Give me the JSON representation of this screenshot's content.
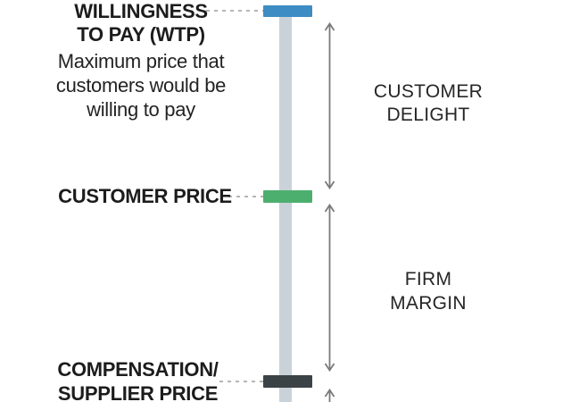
{
  "diagram": {
    "type": "value-stick",
    "labels": {
      "wtp_line1": "WILLINGNESS",
      "wtp_line2": "TO PAY (WTP)",
      "wtp_description": "Maximum price that customers would be willing to pay",
      "customer_price": "CUSTOMER PRICE",
      "compensation_line1": "COMPENSATION/",
      "compensation_line2": "SUPPLIER PRICE",
      "customer_delight_line1": "CUSTOMER",
      "customer_delight_line2": "DELIGHT",
      "firm_margin_line1": "FIRM",
      "firm_margin_line2": "MARGIN"
    },
    "segments": [
      {
        "name": "customer_delight",
        "from": "willingness_to_pay",
        "to": "customer_price"
      },
      {
        "name": "firm_margin",
        "from": "customer_price",
        "to": "compensation_supplier_price"
      }
    ],
    "colors": {
      "wtp_bar": "#3e8cc4",
      "customer_price_bar": "#4daf6e",
      "supplier_price_bar": "#3b4347",
      "stick": "#c9d2d8",
      "arrow": "#7a7a7a",
      "dashed_connector": "#b5b5b5",
      "text": "#1c1c1c"
    }
  }
}
